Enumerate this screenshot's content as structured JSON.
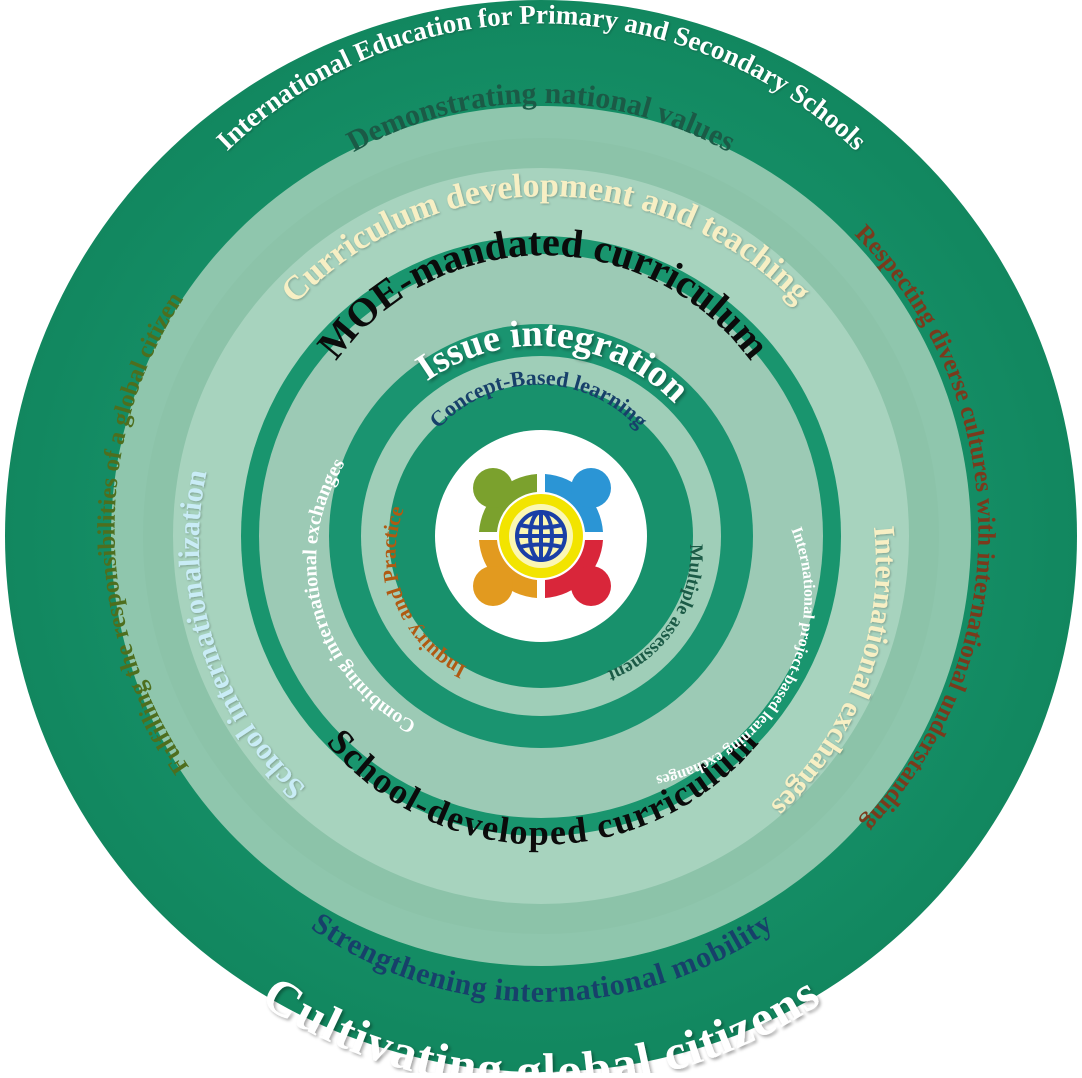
{
  "rings": {
    "outer": {
      "top": "International Education for Primary and Secondary Schools",
      "right": "Respecting diverse cultures with international understanding",
      "left": "Fulfilling the responsibilities of a global citizen",
      "bottom": "Cultivating global citizens"
    },
    "second": {
      "top": "Demonstrating national values",
      "bottom": "Strengthening international mobility"
    },
    "third": {
      "top": "Curriculum development and teaching",
      "left": "School internationalization",
      "right": "International exchanges"
    },
    "fourth": {
      "top": "MOE-mandated curriculum",
      "bottom": "School-developed curriculum"
    },
    "fifth": {
      "top": "Issue integration",
      "left": "Combining international exchanges",
      "right": "International project-based learning exchanges"
    },
    "sixth": {
      "top": "Concept-Based learning",
      "left": "Inquiry and Practice",
      "right": "Multiple assessment"
    }
  },
  "colors": {
    "outer_ring": "#15946c",
    "light_ring": "#8dc5ab",
    "mid_ring": "#1a9a73",
    "inner_light": "#9acbb4",
    "white_text": "#ffffff",
    "dark_green_text": "#1b5a46",
    "cream_text": "#f7efc4",
    "brown_text": "#7a3a1c",
    "olive_text": "#4e6e1e",
    "light_blue_text": "#c9ecf6",
    "navy_text": "#17406a",
    "black_text": "#0b0b0b",
    "orange_text": "#b05a12"
  },
  "logo": {
    "icon": "globe-people-icon",
    "figure_colors": [
      "#7ba12d",
      "#2b95d5",
      "#e29a1f",
      "#d9263a"
    ],
    "globe_ring": "#f2e400",
    "globe_color": "#1a3fa6"
  }
}
